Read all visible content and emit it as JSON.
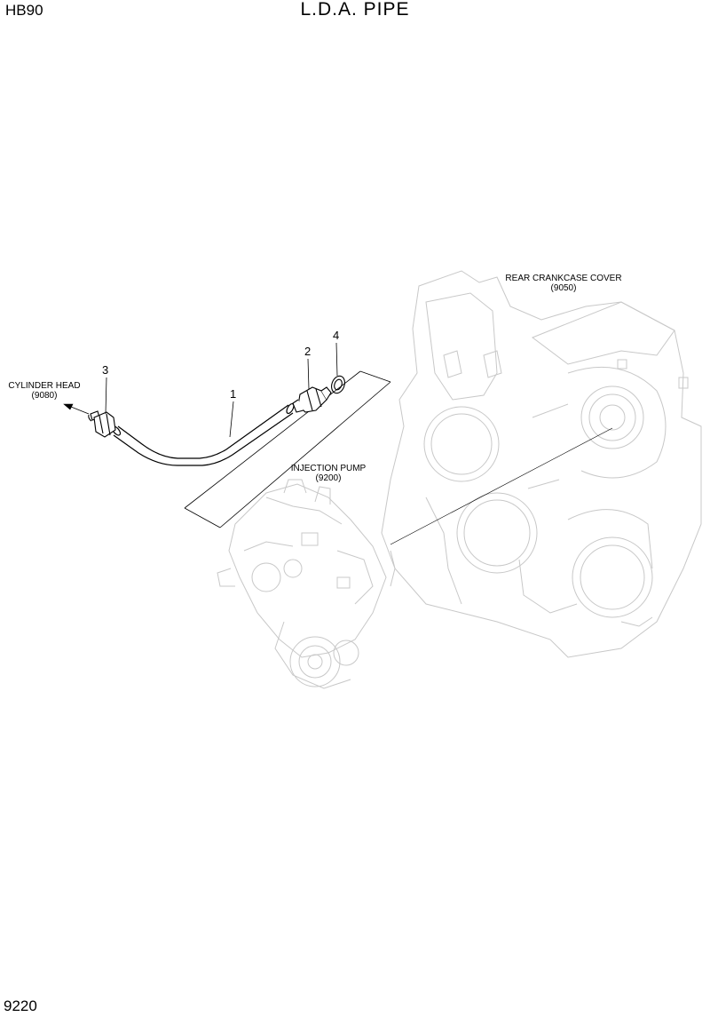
{
  "header": {
    "model": "HB90",
    "title": "L.D.A. PIPE"
  },
  "footer": {
    "page_number": "9220"
  },
  "callouts": [
    {
      "id": "1",
      "text": "1"
    },
    {
      "id": "2",
      "text": "2"
    },
    {
      "id": "3",
      "text": "3"
    },
    {
      "id": "4",
      "text": "4"
    }
  ],
  "references": {
    "rear_crankcase_cover": {
      "name": "REAR CRANKCASE COVER",
      "code": "(9050)"
    },
    "injection_pump": {
      "name": "INJECTION PUMP",
      "code": "(9200)"
    },
    "cylinder_head": {
      "name": "CYLINDER HEAD",
      "code": "(9080)"
    }
  },
  "colors": {
    "ink": "#000000",
    "ghost": "#c8c8c8",
    "paper": "#ffffff"
  }
}
